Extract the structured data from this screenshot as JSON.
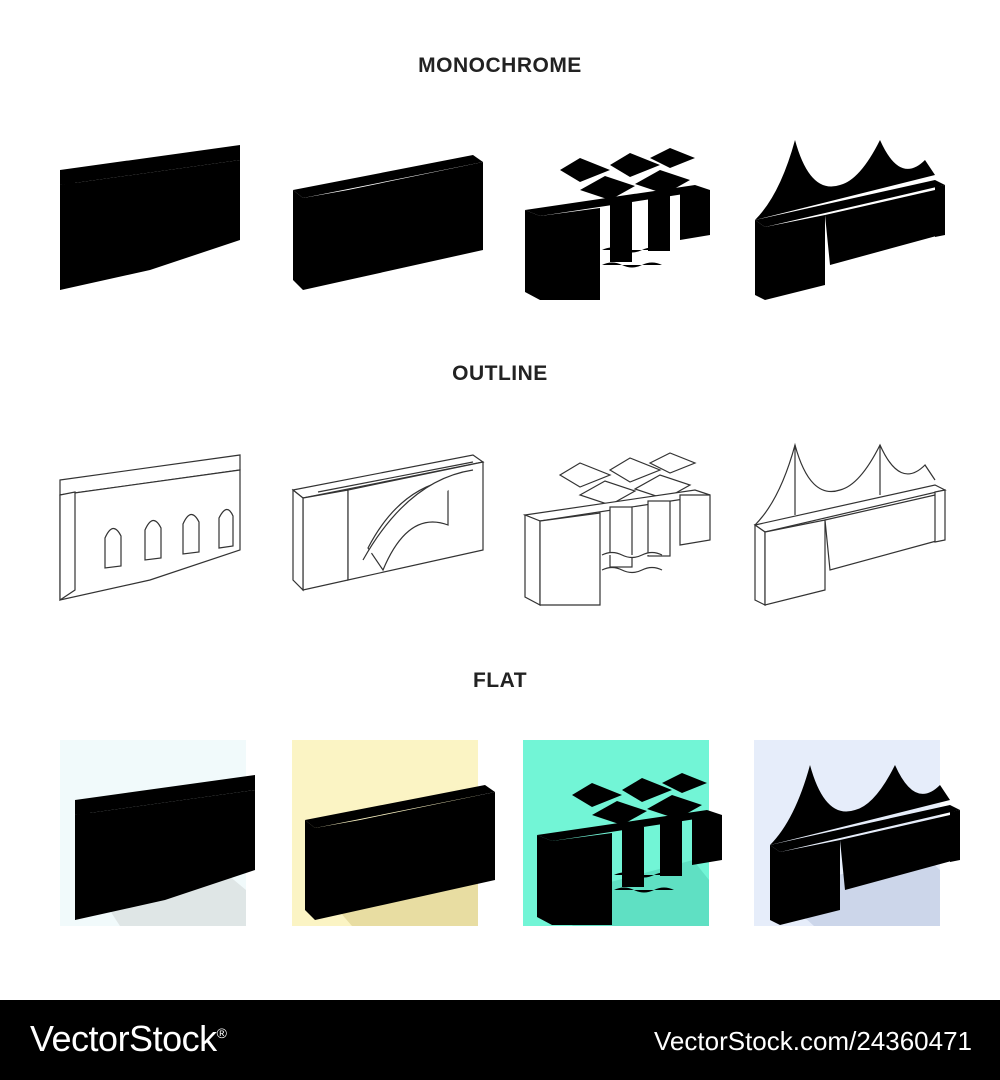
{
  "sections": {
    "monochrome": "MONOCHROME",
    "outline": "OUTLINE",
    "flat": "FLAT"
  },
  "icons": [
    "arch-viaduct-bridge-icon",
    "arch-road-bridge-icon",
    "truss-railway-bridge-icon",
    "suspension-bridge-icon"
  ],
  "colors": {
    "flat_bg_1": "#f1fafb",
    "flat_bg_2": "#fbf4c4",
    "flat_bg_3": "#72f5d6",
    "flat_bg_4": "#e6edfa"
  },
  "footer": {
    "brand": "VectorStock",
    "registered": "®",
    "url": "VectorStock.com/24360471"
  }
}
